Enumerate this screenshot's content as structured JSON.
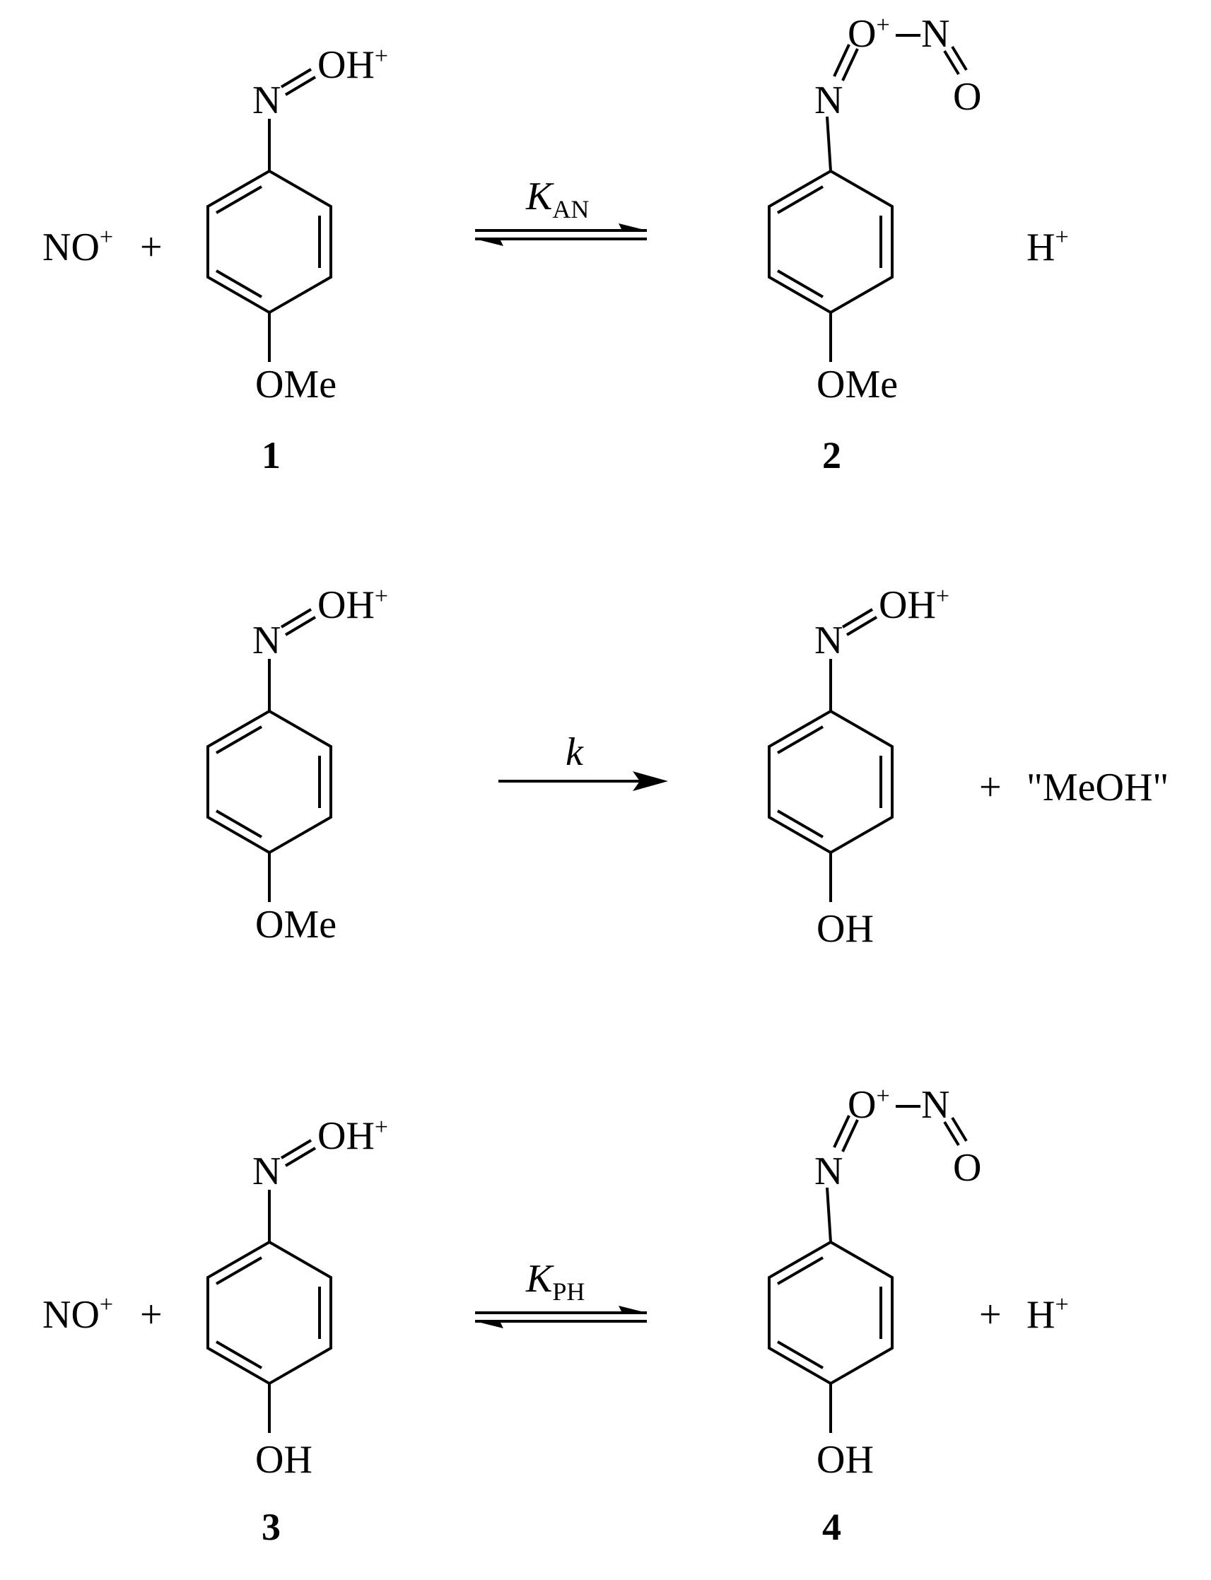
{
  "reactions": [
    {
      "reactant_species": "NO",
      "reactant_charge": "+",
      "plus_left": "+",
      "reactant_top": {
        "n": "N",
        "o": "OH",
        "charge": "+"
      },
      "reactant_bottom": "OMe",
      "reactant_number": "1",
      "arrow": "equilibrium",
      "constant": "K",
      "constant_sub": "AN",
      "product_top": {
        "n": "N",
        "o": "O",
        "o_charge": "+",
        "n2": "N",
        "o2": "O"
      },
      "product_bottom": "OMe",
      "product_number": "2",
      "plus_right": "",
      "coproduct": "H",
      "coproduct_charge": "+"
    },
    {
      "reactant_top": {
        "n": "N",
        "o": "OH",
        "charge": "+"
      },
      "reactant_bottom": "OMe",
      "arrow": "forward",
      "constant": "k",
      "product_top": {
        "n": "N",
        "o": "OH",
        "charge": "+"
      },
      "product_bottom": "OH",
      "plus_right": "+",
      "coproduct": "\"MeOH\""
    },
    {
      "reactant_species": "NO",
      "reactant_charge": "+",
      "plus_left": "+",
      "reactant_top": {
        "n": "N",
        "o": "OH",
        "charge": "+"
      },
      "reactant_bottom": "OH",
      "reactant_number": "3",
      "arrow": "equilibrium",
      "constant": "K",
      "constant_sub": "PH",
      "product_top": {
        "n": "N",
        "o": "O",
        "o_charge": "+",
        "n2": "N",
        "o2": "O"
      },
      "product_bottom": "OH",
      "product_number": "4",
      "plus_right": "+",
      "coproduct": "H",
      "coproduct_charge": "+"
    }
  ]
}
